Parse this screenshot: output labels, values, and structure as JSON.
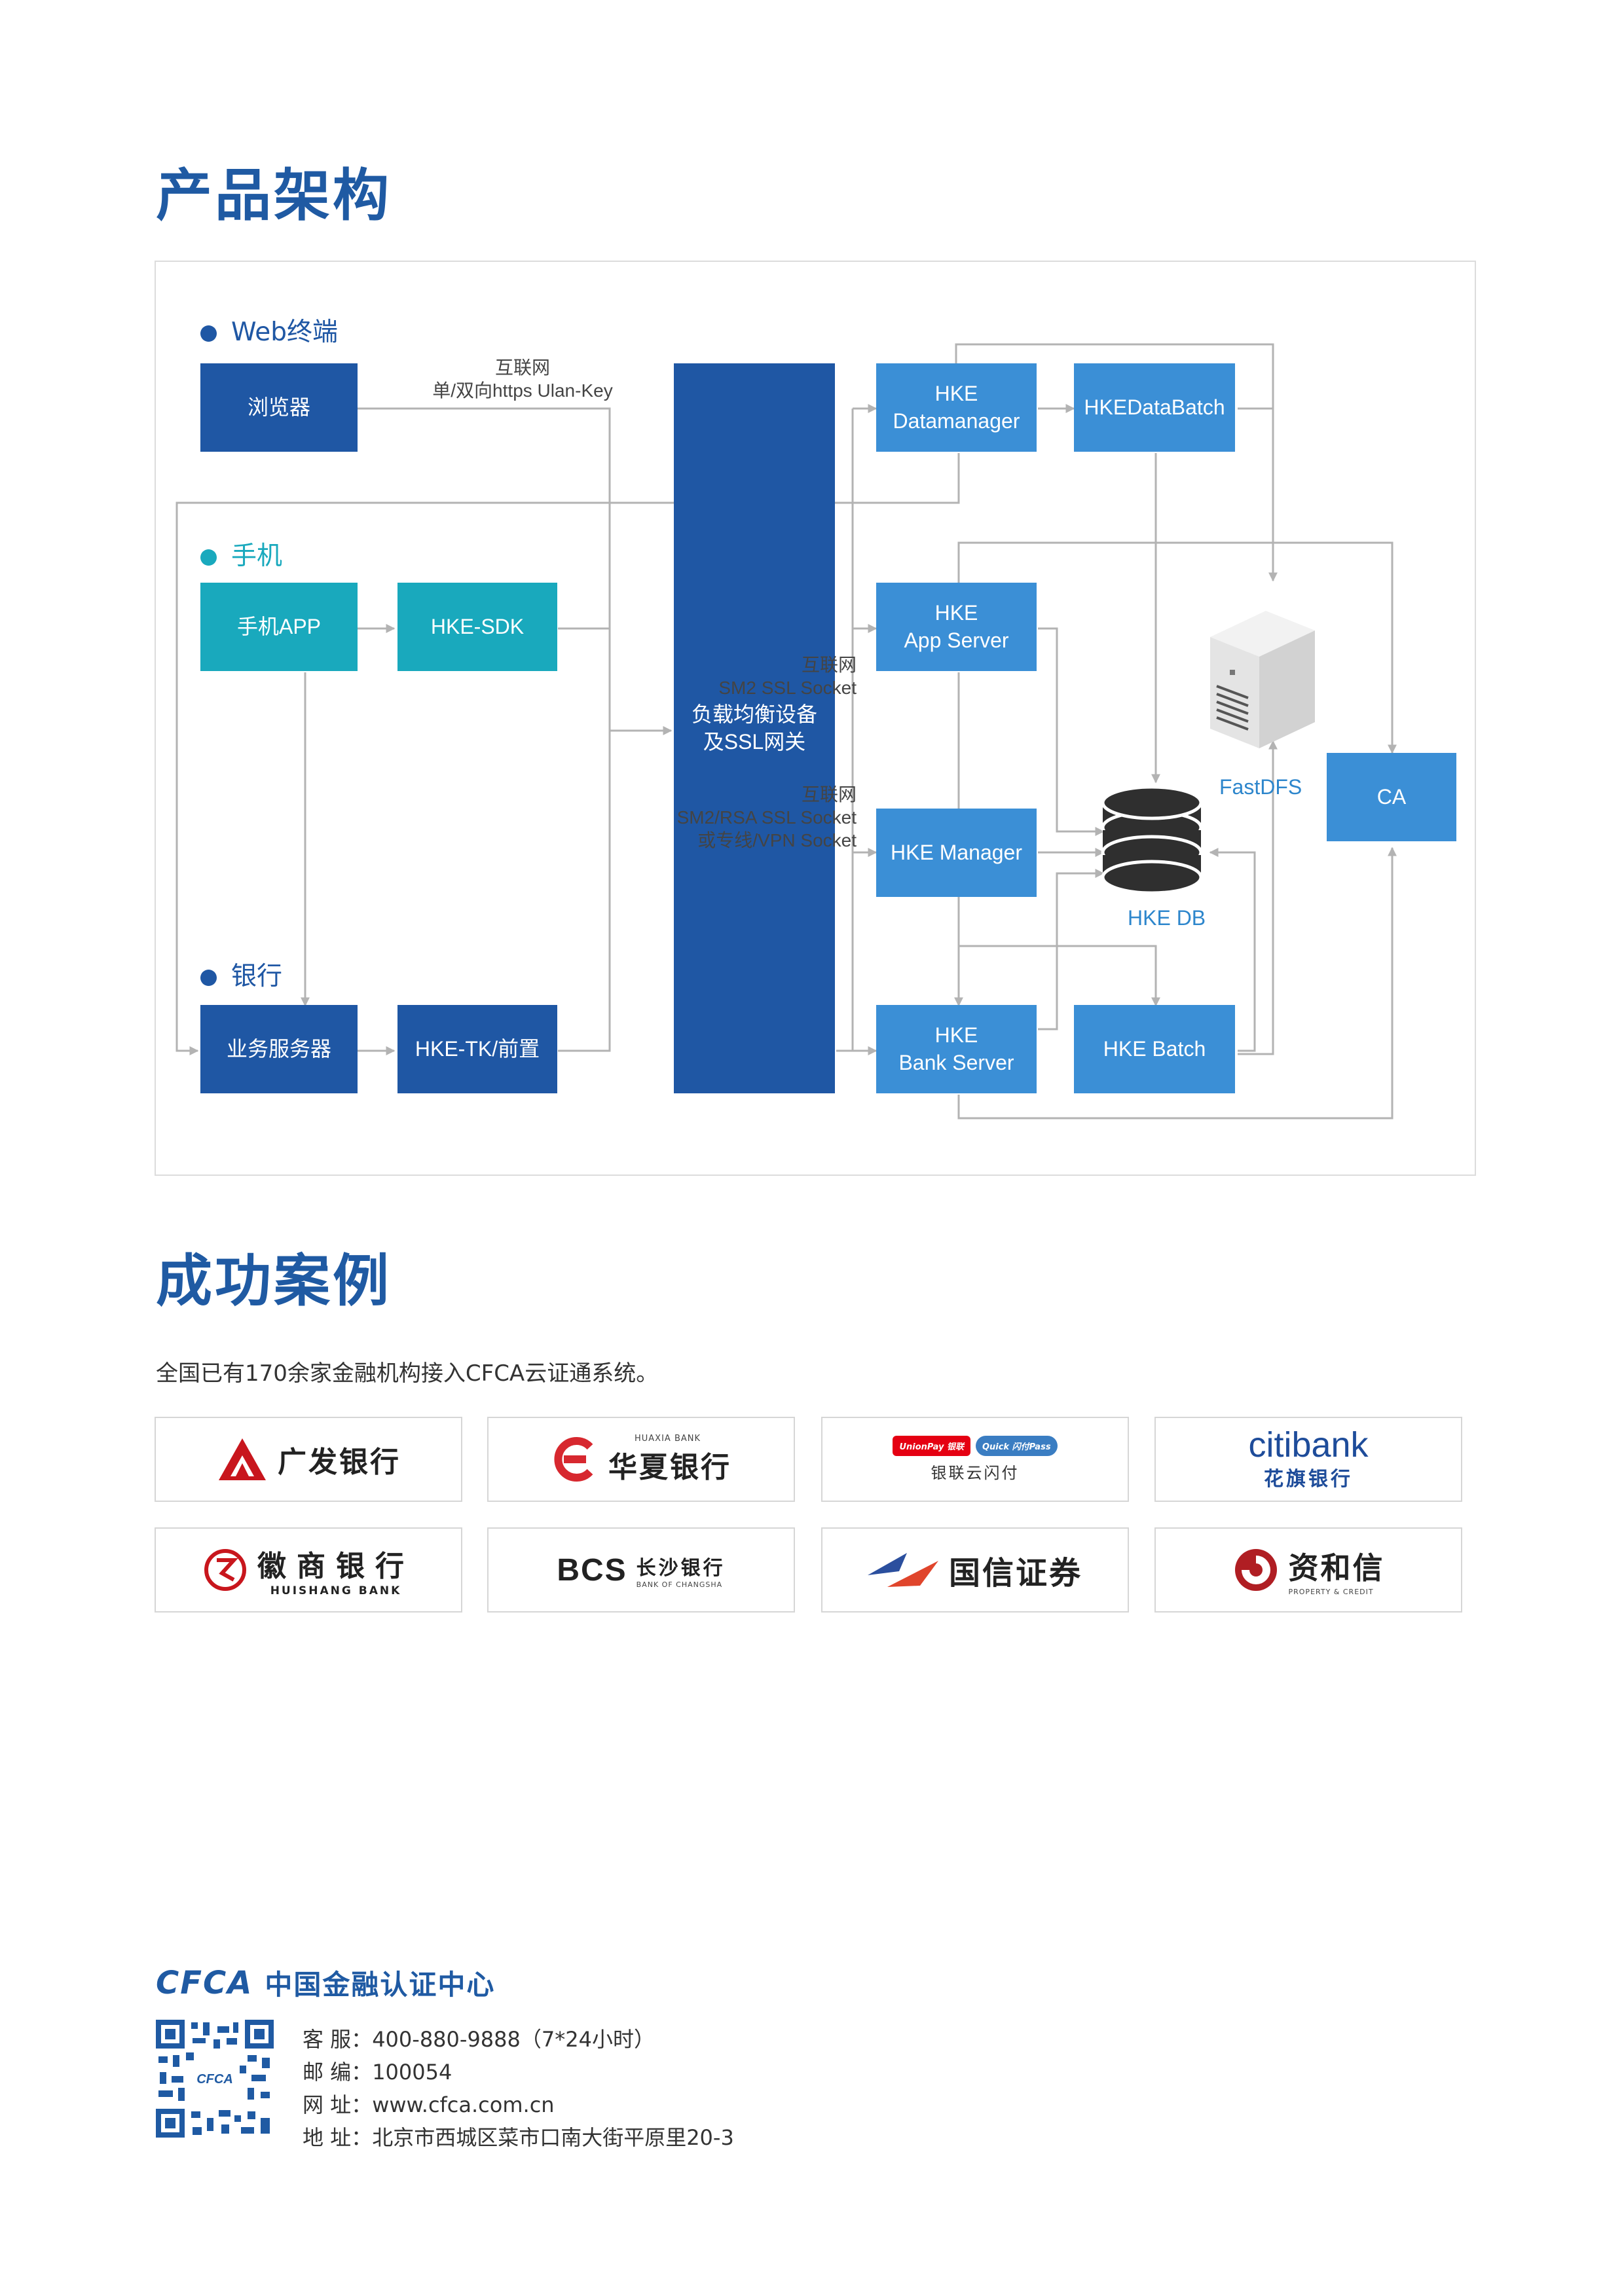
{
  "architecture": {
    "title": "产品架构",
    "groups": {
      "web": "Web终端",
      "mobile": "手机",
      "bank": "银行"
    },
    "colors": {
      "dark": "#1f57a4",
      "teal": "#19a9bd",
      "mid": "#3b8fd6",
      "line": "#b3b3b3",
      "title": "#1f5aa3"
    },
    "boxes": {
      "browser": "浏览器",
      "mobile_app": "手机APP",
      "hke_sdk": "HKE-SDK",
      "business_server": "业务服务器",
      "hke_tk": "HKE-TK/前置",
      "gateway": "负载均衡设备\n及SSL网关",
      "datamanager": "HKE\nDatamanager",
      "databatch": "HKEDataBatch",
      "app_server": "HKE\nApp Server",
      "manager": "HKE Manager",
      "bank_server": "HKE\nBank Server",
      "batch": "HKE Batch",
      "ca": "CA"
    },
    "labels": {
      "web_link": "互联网\n单/双向https Ulan-Key",
      "mobile_link": "互联网\nSM2 SSL Socket",
      "bank_link": "互联网\nSM2/RSA SSL Socket\n或专线/VPN Socket",
      "fastdfs": "FastDFS",
      "hke_db": "HKE DB"
    },
    "icons": [
      "server-icon",
      "database-icon"
    ]
  },
  "cases": {
    "title": "成功案例",
    "intro": "全国已有170余家金融机构接入CFCA云证通系统。",
    "logos": [
      {
        "name": "广发银行",
        "color": "#c8161d"
      },
      {
        "name": "华夏银行",
        "sub": "HUAXIA BANK",
        "color": "#d7282f"
      },
      {
        "name": "银联云闪付",
        "sub1": "UnionPay 银联",
        "sub2": "Quick 闪付Pass",
        "color": "#e50012"
      },
      {
        "name": "citibank",
        "sub": "花旗银行",
        "color": "#1e4c9a"
      },
      {
        "name": "徽商银行",
        "sub": "HUISHANG BANK",
        "color": "#c8161d"
      },
      {
        "name": "长沙银行",
        "mark": "BCS",
        "sub": "BANK OF CHANGSHA",
        "color": "#c8161d"
      },
      {
        "name": "国信证券",
        "color": "#e0452c"
      },
      {
        "name": "资和信",
        "sub": "PROPERTY & CREDIT",
        "color": "#b01e23"
      }
    ]
  },
  "footer": {
    "brand": "CFCA",
    "org": "中国金融认证中心",
    "contacts": [
      {
        "label": "客 服：",
        "value": "400-880-9888（7*24小时）"
      },
      {
        "label": "邮 编：",
        "value": "100054"
      },
      {
        "label": "网 址：",
        "value": "www.cfca.com.cn"
      },
      {
        "label": "地 址：",
        "value": "北京市西城区菜市口南大街平原里20-3"
      }
    ]
  }
}
